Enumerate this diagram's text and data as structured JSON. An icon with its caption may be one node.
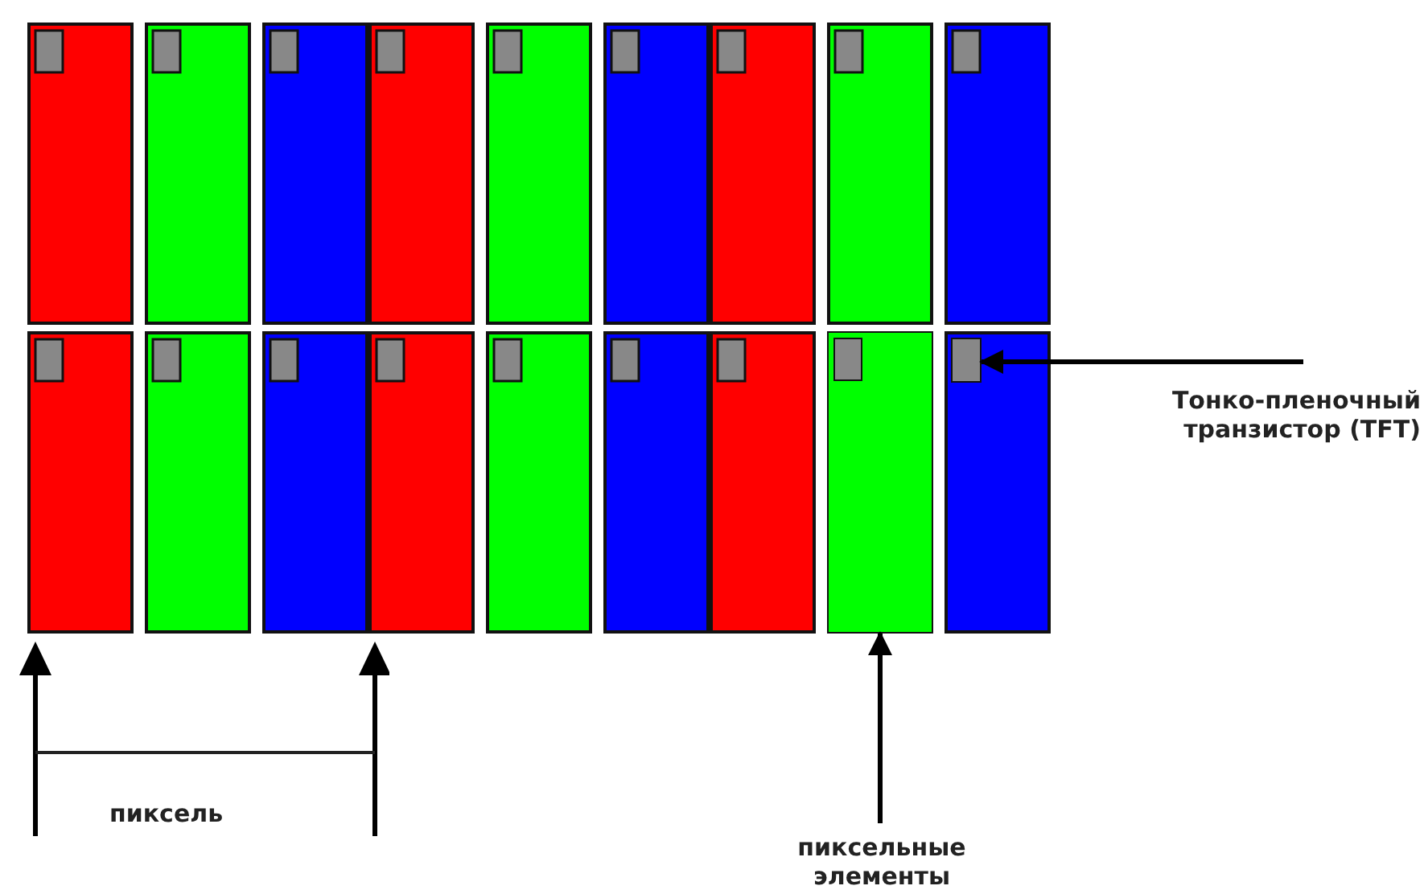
{
  "diagram": {
    "nodes": [
      {
        "text": [
          "Тонко-пленочный транзистор (TFT)"
        ]
      },
      {
        "text": [],
        "shape": "box"
      },
      {
        "text": [],
        "shape": "box"
      },
      {
        "text": [
          "пиксельные элементы"
        ]
      }
    ],
    "edges": [
      {
        "from": 0,
        "to": 2,
        "arrow": "to"
      },
      {
        "from": 3,
        "to": 1,
        "arrow": "to"
      }
    ],
    "labels": [
      "пиксель"
    ]
  }
}
